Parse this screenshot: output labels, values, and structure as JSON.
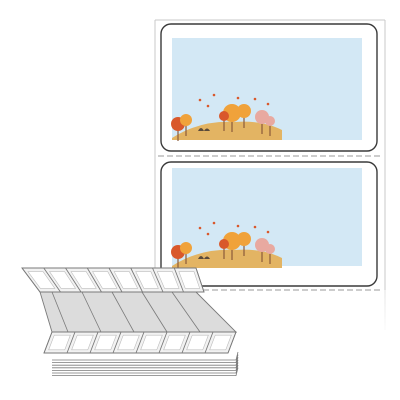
{
  "colors": {
    "sheet_border": "#c8c8c8",
    "label_border": "#3a3a3a",
    "label_fill": "#ffffff",
    "print_area": "#d3e8f5",
    "perforation": "#9a9a9a",
    "hill": "#e3b463",
    "tree_orange": "#f0a23a",
    "tree_red": "#d9582b",
    "tree_pink": "#e8a9a0",
    "trunk": "#8a5a3a",
    "fanfold_fill": "#f2f2f2",
    "fanfold_line": "#7a7a7a",
    "fanfold_shadow": "#bdbdbd"
  },
  "labels": [
    {
      "name": "top-label",
      "artwork": "autumn-landscape-icon"
    },
    {
      "name": "bottom-label",
      "artwork": "autumn-landscape-icon"
    }
  ],
  "fanfold": {
    "top_row_cells": 8,
    "bottom_row_cells": 8,
    "stack_layers": 7
  }
}
